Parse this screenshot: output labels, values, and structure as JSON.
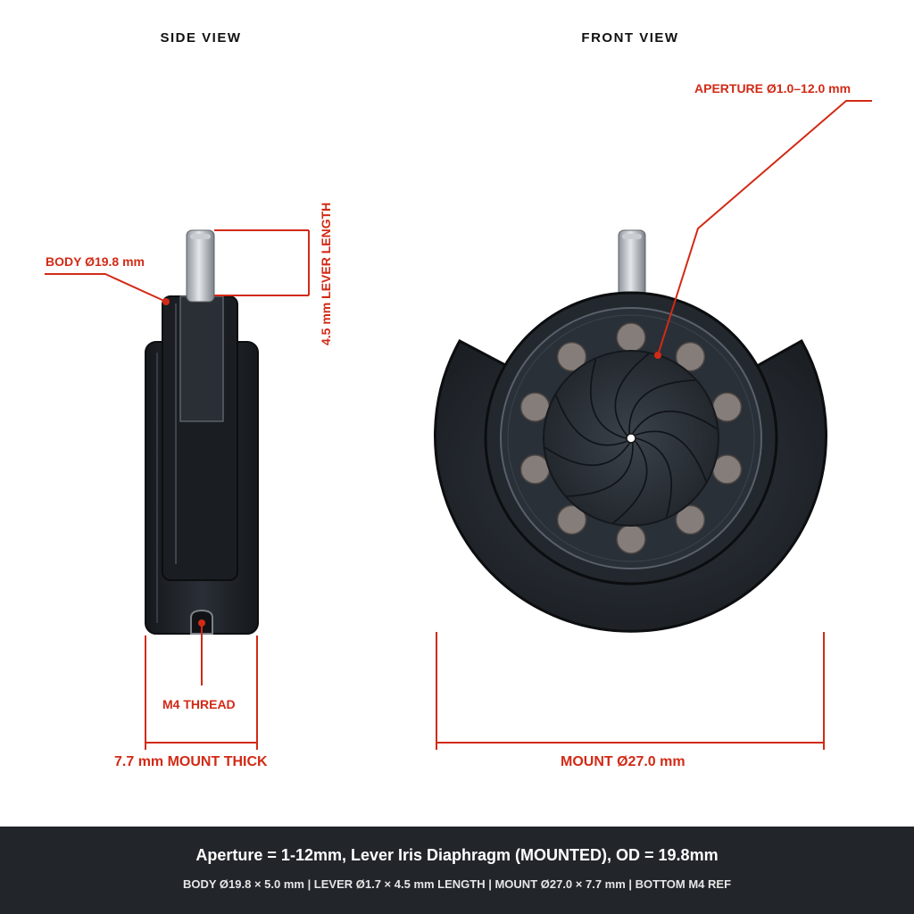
{
  "views": {
    "side_title": "SIDE VIEW",
    "front_title": "FRONT VIEW"
  },
  "callouts": {
    "aperture": "APERTURE Ø1.0–12.0 mm",
    "body": "BODY Ø19.8 mm",
    "lever_length": "4.5 mm LEVER LENGTH",
    "m4_thread": "M4 THREAD",
    "mount_thick": "7.7 mm MOUNT THICK",
    "mount_diameter": "MOUNT Ø27.0 mm"
  },
  "footer": {
    "main": "Aperture = 1-12mm, Lever Iris Diaphragm (MOUNTED), OD = 19.8mm",
    "sub": "BODY Ø19.8 × 5.0 mm | LEVER Ø1.7 × 4.5 mm LENGTH | MOUNT Ø27.0 × 7.7 mm | BOTTOM M4 REF"
  },
  "colors": {
    "annotation": "#d22a16",
    "body": "#1f2329",
    "footer_bg": "#22262b"
  },
  "iris": {
    "blade_count": 10,
    "hole_count": 10
  }
}
